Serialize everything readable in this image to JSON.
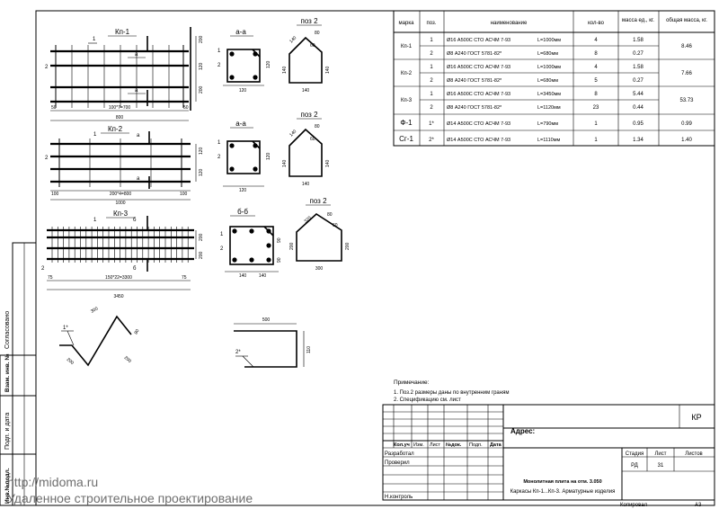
{
  "spec": {
    "headers": [
      "марка",
      "поз.",
      "наименование",
      "кол-во",
      "масса ед., кг.",
      "общая масса, кг."
    ],
    "rows": [
      {
        "mark": "Кп-1",
        "pos": "1",
        "name": "Ø16 А500С  СТО АСЧМ 7-93",
        "len": "L=1000мм",
        "qty": "4",
        "mass": "1.58",
        "total": "8.46"
      },
      {
        "mark": "",
        "pos": "2",
        "name": "Ø8 А240   ГОСТ 5781-82*",
        "len": "L=680мм",
        "qty": "8",
        "mass": "0.27",
        "total": ""
      },
      {
        "mark": "Кп-2",
        "pos": "1",
        "name": "Ø16 А500С  СТО АСЧМ 7-93",
        "len": "L=1000мм",
        "qty": "4",
        "mass": "1.58",
        "total": "7.66"
      },
      {
        "mark": "",
        "pos": "2",
        "name": "Ø8 А240   ГОСТ 5781-82*",
        "len": "L=680мм",
        "qty": "5",
        "mass": "0.27",
        "total": ""
      },
      {
        "mark": "Кп-3",
        "pos": "1",
        "name": "Ø16 А500С  СТО АСЧМ 7-93",
        "len": "L=3450мм",
        "qty": "8",
        "mass": "5.44",
        "total": "53.73"
      },
      {
        "mark": "",
        "pos": "2",
        "name": "Ø8 А240   ГОСТ 5781-82*",
        "len": "L=1120мм",
        "qty": "23",
        "mass": "0.44",
        "total": ""
      },
      {
        "mark": "Ф-1",
        "pos": "1*",
        "name": "Ø14 А500С  СТО АСЧМ 7-93",
        "len": "L=790мм",
        "qty": "1",
        "mass": "0.95",
        "total": "0.99"
      },
      {
        "mark": "Сг-1",
        "pos": "2*",
        "name": "Ø14 А500С  СТО АСЧМ 7-93",
        "len": "L=1110мм",
        "qty": "1",
        "mass": "1.34",
        "total": "1.40"
      }
    ]
  },
  "frames": {
    "kp1": {
      "label": "Кп-1",
      "mark1": "1",
      "mark2": "2",
      "cut": "а",
      "dim_left": "50",
      "dim_mid": "100*7=700",
      "dim_right": "50",
      "total": "800",
      "v1": "200",
      "v2": "120",
      "v3": "200"
    },
    "kp2": {
      "label": "Кп-2",
      "mark1": "1",
      "mark2": "2",
      "cut": "а",
      "dim_left": "100",
      "dim_mid": "200*4=800",
      "dim_right": "100",
      "total": "1000",
      "v1": "120",
      "v2": "120"
    },
    "kp3": {
      "label": "Кп-3",
      "mark1": "1",
      "mark2": "2",
      "cut": "б",
      "dim_left": "75",
      "dim_mid": "150*22=3300",
      "dim_right": "75",
      "total": "3450",
      "v1": "200",
      "v2": "200"
    }
  },
  "sections": [
    {
      "title": "а-а",
      "m1": "1",
      "m2": "2",
      "w": "120",
      "h": "120"
    },
    {
      "title": "а-а",
      "m1": "1",
      "m2": "2",
      "w": "120",
      "h": "120"
    },
    {
      "title": "б-б",
      "m1": "1",
      "m2": "2",
      "w1": "140",
      "w2": "140",
      "h1": "90",
      "h2": "90"
    }
  ],
  "stirrups": [
    {
      "title": "поз 2",
      "a": "140",
      "b": "80",
      "c": "60",
      "side": "140",
      "bottom": "140"
    },
    {
      "title": "поз 2",
      "a": "140",
      "b": "80",
      "c": "60",
      "side": "140",
      "bottom": "140"
    },
    {
      "title": "поз 2",
      "a": "320",
      "b": "80",
      "c": "60",
      "side": "200",
      "bottom": "300"
    }
  ],
  "fixtures": {
    "f1": {
      "mark": "1*",
      "d1": "300",
      "d2": "80",
      "d3": "200",
      "d4": "200"
    },
    "f2": {
      "mark": "2*",
      "top": "500",
      "side": "110"
    }
  },
  "notes": {
    "title": "Примечание:",
    "n1": "1. Поз.2 размеры даны по внутренним граням",
    "n2": "2. Спецификацию см. лист"
  },
  "side_stamp": {
    "agreed": "Согласовано",
    "inv": "Взам. инв. №",
    "sign": "Подп. и дата",
    "inv2": "Инв.№подл."
  },
  "title_block": {
    "code": "КР",
    "address": "Адрес:",
    "cols": [
      "Изм.",
      "Кол.уч",
      "Лист",
      "№док.",
      "Подп.",
      "Дата"
    ],
    "roles": [
      "Разработал",
      "Проверил",
      "Н.контроль"
    ],
    "stage_h": "Стадия",
    "sheet_h": "Лист",
    "sheets_h": "Листов",
    "stage": "РД",
    "sheet": "31",
    "object": "Монолитная плита на отм. 3.050",
    "desc": "Каркасы Кп-1...Кп-3. Арматурные изделия",
    "copied": "Копировал",
    "format": "А3"
  },
  "watermark": {
    "url": "http://midoma.ru",
    "text": "Удаленное строительное проектирование"
  }
}
